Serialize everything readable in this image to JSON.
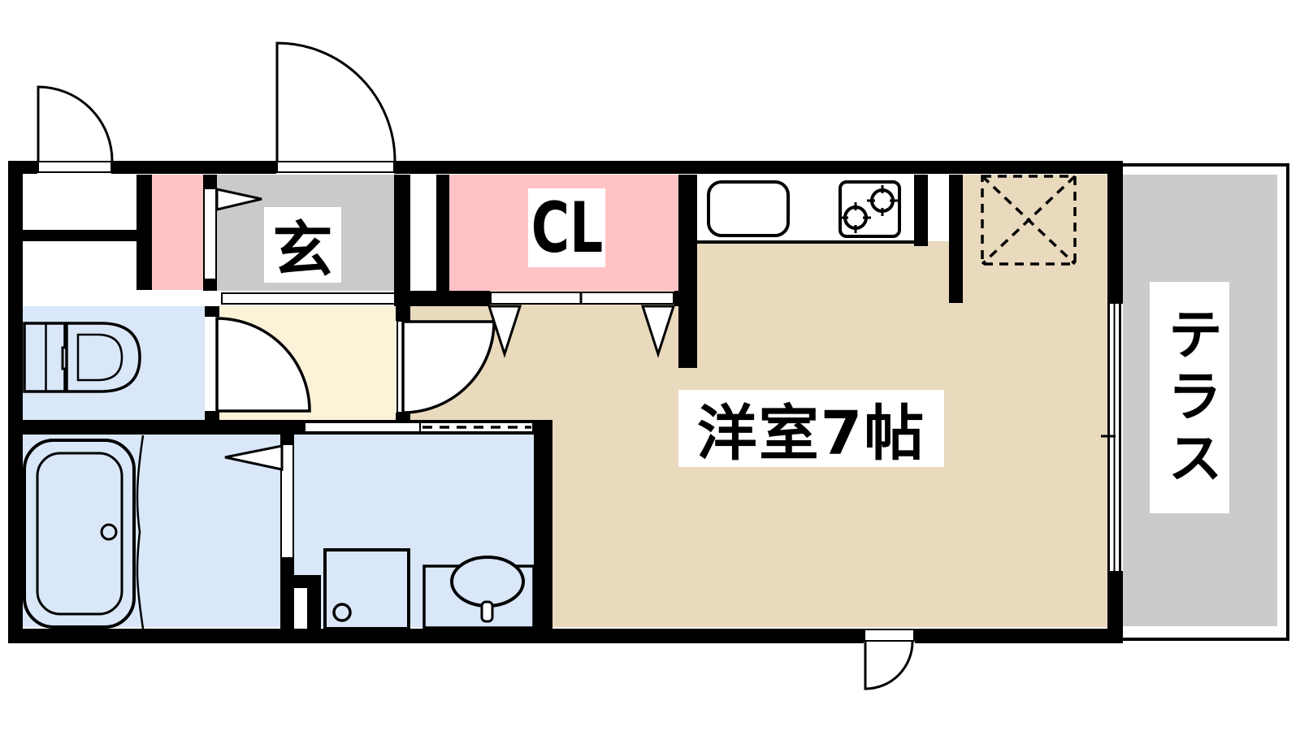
{
  "floor_plan": {
    "labels": {
      "entrance": "玄",
      "closet": "CL",
      "western_room": "洋室7帖",
      "terrace": "テラス"
    },
    "colors": {
      "wall": "#000000",
      "entrance_floor": "#CACACA",
      "closet_fill": "#FFC3C5",
      "western_room_floor": "#E9D9BD",
      "hallway_floor": "#FCF2D8",
      "wet_area_floor": "#D9E7F8",
      "terrace_floor": "#CBCBCB"
    }
  }
}
